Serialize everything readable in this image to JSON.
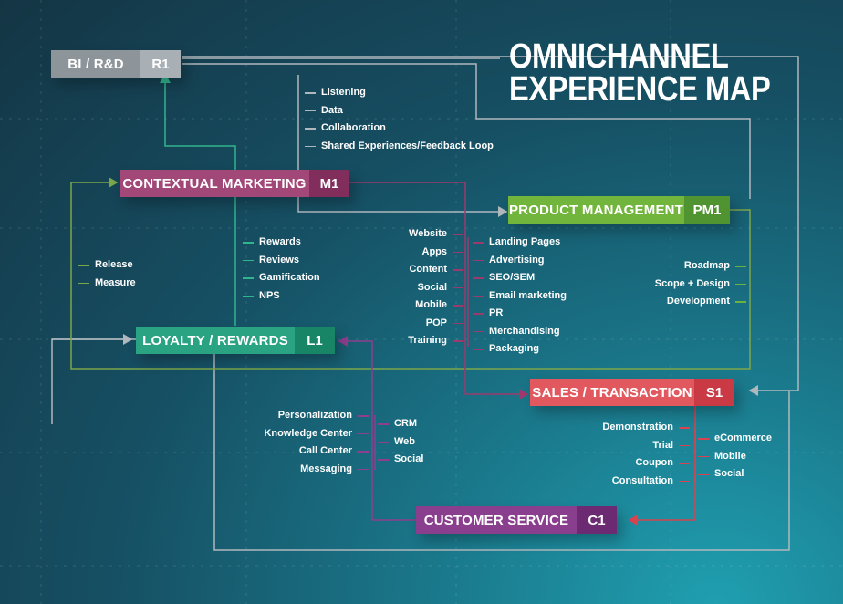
{
  "title": {
    "line1": "OMNICHANNEL",
    "line2": "EXPERIENCE MAP"
  },
  "nodes": {
    "bi": {
      "label": "BI / R&D",
      "code": "R1"
    },
    "cm": {
      "label": "CONTEXTUAL MARKETING",
      "code": "M1"
    },
    "pm": {
      "label": "PRODUCT MANAGEMENT",
      "code": "PM1"
    },
    "lr": {
      "label": "LOYALTY / REWARDS",
      "code": "L1"
    },
    "st": {
      "label": "SALES / TRANSACTION",
      "code": "S1"
    },
    "cs": {
      "label": "CUSTOMER SERVICE",
      "code": "C1"
    }
  },
  "lists": {
    "bi_items": [
      "Listening",
      "Data",
      "Collaboration",
      "Shared Experiences/Feedback Loop"
    ],
    "release_items": [
      "Release",
      "Measure"
    ],
    "loyalty_items": [
      "Rewards",
      "Reviews",
      "Gamification",
      "NPS"
    ],
    "channels": [
      "Website",
      "Apps",
      "Content",
      "Social",
      "Mobile",
      "POP",
      "Training"
    ],
    "marketing_items": [
      "Landing Pages",
      "Advertising",
      "SEO/SEM",
      "Email marketing",
      "PR",
      "Merchandising",
      "Packaging"
    ],
    "pm_items": [
      "Roadmap",
      "Scope + Design",
      "Development"
    ],
    "service_left": [
      "Personalization",
      "Knowledge Center",
      "Call Center",
      "Messaging"
    ],
    "service_right": [
      "CRM",
      "Web",
      "Social"
    ],
    "sales_left": [
      "Demonstration",
      "Trial",
      "Coupon",
      "Consultation"
    ],
    "sales_right": [
      "eCommerce",
      "Mobile",
      "Social"
    ]
  },
  "colors": {
    "gray": "#b0b8be",
    "teal": "#30b58e",
    "olive": "#7ca64a",
    "green": "#6cb33e",
    "maroon": "#9c3a6e",
    "purple": "#8e3f8f",
    "red": "#d8434f"
  }
}
